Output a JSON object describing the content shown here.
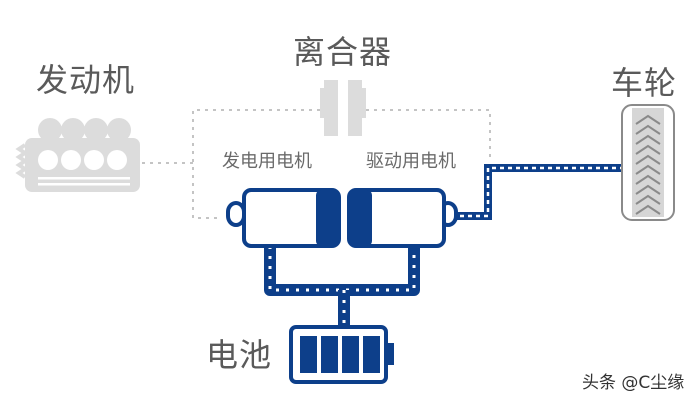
{
  "diagram": {
    "type": "series hybrid powertrain",
    "labels": {
      "engine": "发动机",
      "clutch": "离合器",
      "wheel": "车轮",
      "generator_motor": "发电用电机",
      "drive_motor": "驱动用电机",
      "battery": "电池"
    },
    "watermark": "头条 @C尘缘",
    "colors": {
      "primary_blue": "#0d3f8a",
      "inactive_gray": "#d9d9d9",
      "label_gray": "#5a5a5a",
      "dotted_line": "#bfbfbf"
    },
    "battery": {
      "cells_filled": 4
    },
    "connections": [
      {
        "from": "engine",
        "to": "generator_motor",
        "style": "dotted-gray"
      },
      {
        "from": "clutch",
        "to": "generator_motor",
        "style": "dotted-gray"
      },
      {
        "from": "clutch",
        "to": "drive_motor",
        "style": "dotted-gray"
      },
      {
        "from": "drive_motor",
        "to": "wheel",
        "style": "dashed-blue"
      },
      {
        "from": "generator_motor",
        "to": "battery",
        "style": "dashed-blue"
      },
      {
        "from": "drive_motor",
        "to": "battery",
        "style": "dashed-blue"
      }
    ]
  }
}
